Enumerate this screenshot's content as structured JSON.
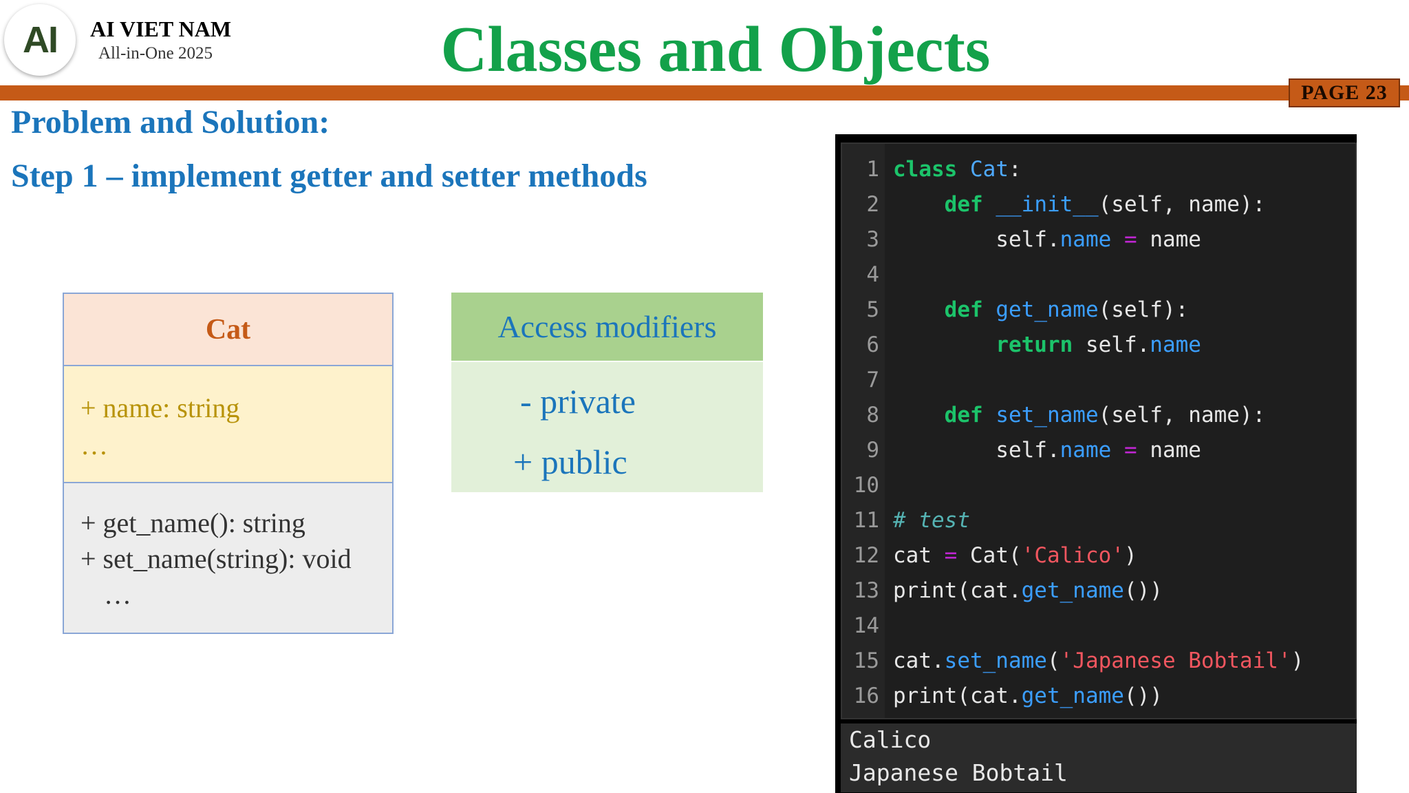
{
  "header": {
    "logo_text": "AI",
    "org_name": "AI VIET NAM",
    "org_sub": "All-in-One 2025",
    "title": "Classes and Objects",
    "page_badge": "PAGE 23"
  },
  "section": {
    "title": "Problem and Solution:",
    "step": "Step 1 – implement getter and setter methods"
  },
  "uml": {
    "class_name": "Cat",
    "attributes": [
      "+ name: string",
      "…"
    ],
    "methods": [
      "+ get_name(): string",
      "+ set_name(string): void",
      "…"
    ]
  },
  "access_modifiers": {
    "title": "Access modifiers",
    "items": [
      "- private",
      "+ public"
    ]
  },
  "code": {
    "line_numbers": [
      "1",
      "2",
      "3",
      "4",
      "5",
      "6",
      "7",
      "8",
      "9",
      "10",
      "11",
      "12",
      "13",
      "14",
      "15",
      "16"
    ],
    "tokens": {
      "class": "class",
      "Cat": "Cat",
      "colon": ":",
      "def": "def",
      "init": "__init__",
      "self_name_params": "(self, name):",
      "self": "self",
      "dot": ".",
      "name_attr": "name",
      "eq": "=",
      "name": "name",
      "get_name": "get_name",
      "self_param": "(self):",
      "return": "return",
      "set_name": "set_name",
      "comment": "# test",
      "cat": "cat",
      "cat_ctor_open": "Cat(",
      "calico": "'Calico'",
      "close": ")",
      "print_open": "print(cat.",
      "call_close": "())",
      "cat_dot": "cat.",
      "open": "(",
      "bobtail": "'Japanese Bobtail'"
    }
  },
  "output": [
    "Calico",
    "Japanese Bobtail"
  ],
  "colors": {
    "title_green": "#13a14a",
    "heading_blue": "#1b75bb",
    "orange_bar": "#c55a17"
  }
}
